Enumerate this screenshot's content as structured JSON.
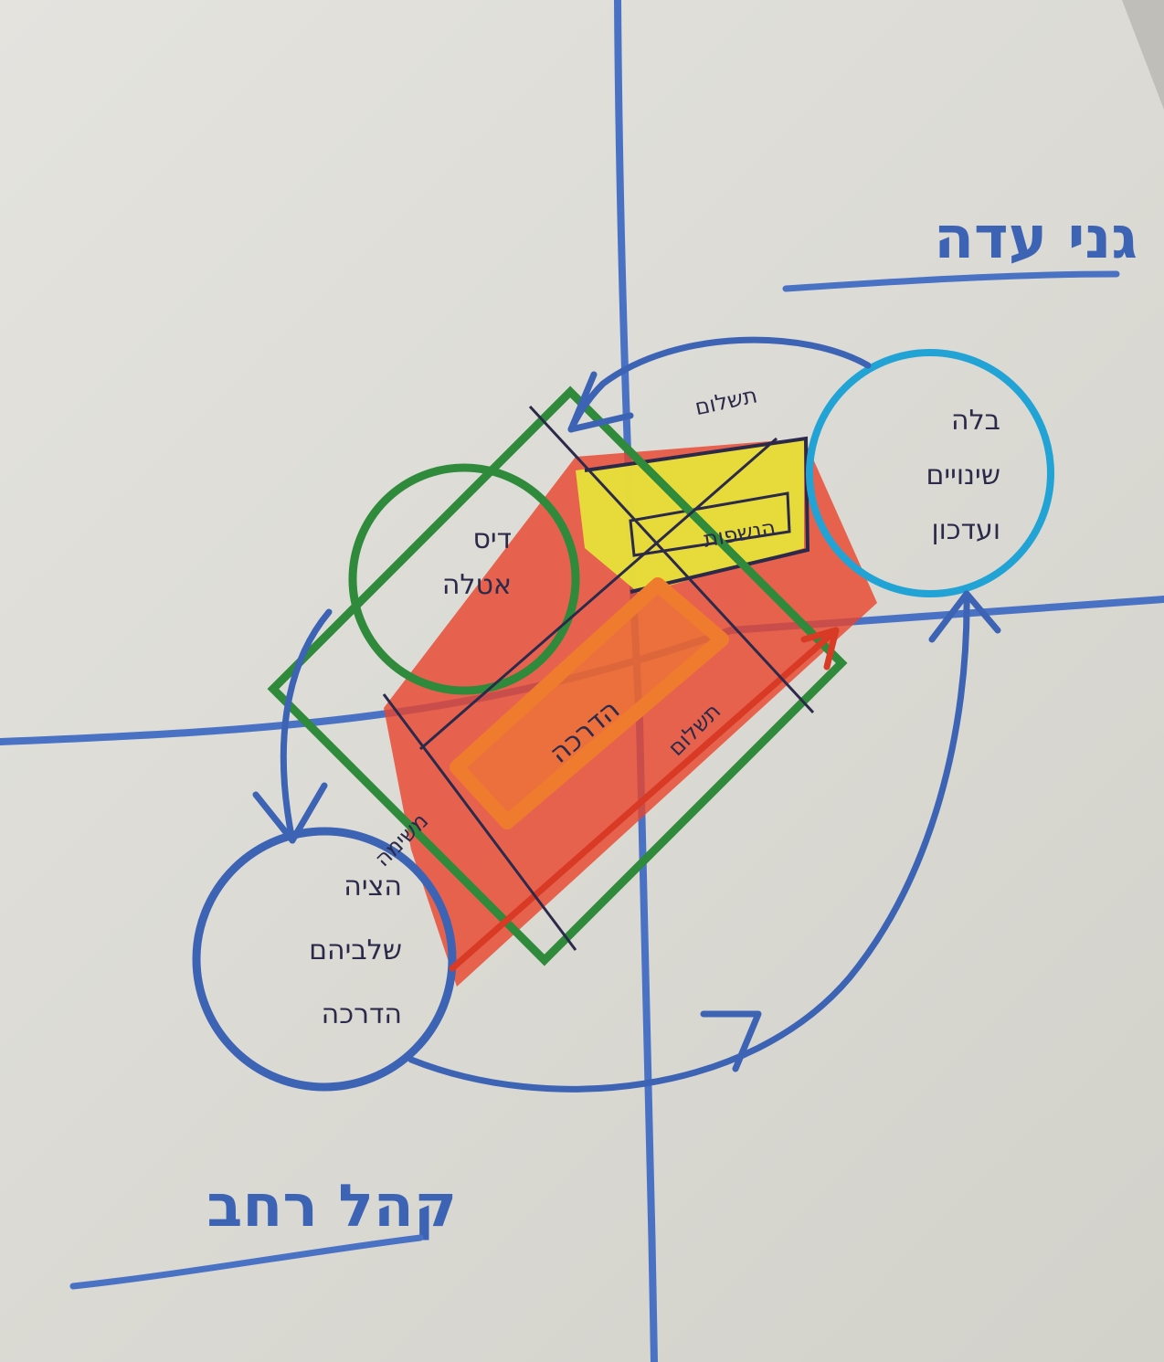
{
  "title_top_right": "גני עדה",
  "title_bottom_left": "קהל רחב",
  "circles": {
    "top_left": [
      "דיס",
      "אטלה"
    ],
    "right": [
      "בלה",
      "שינויים",
      "ועדכון"
    ],
    "bottom": [
      "הציה",
      "שלביהם",
      "הדרכה"
    ]
  },
  "labels": {
    "top_arrow": "תשלום",
    "yellow_box": "הנשפות",
    "orange_box": "הדרכה",
    "green_box": "תשלום",
    "left_diagonal": "משימה"
  },
  "colors": {
    "grid_blue": "#4a72c4",
    "ink": "#2b2a4a",
    "green": "#2f8a3c",
    "orange": "#ef7b2f",
    "red": "#e8432c",
    "yellow": "#e7e23a",
    "cyan": "#22a3d6"
  }
}
